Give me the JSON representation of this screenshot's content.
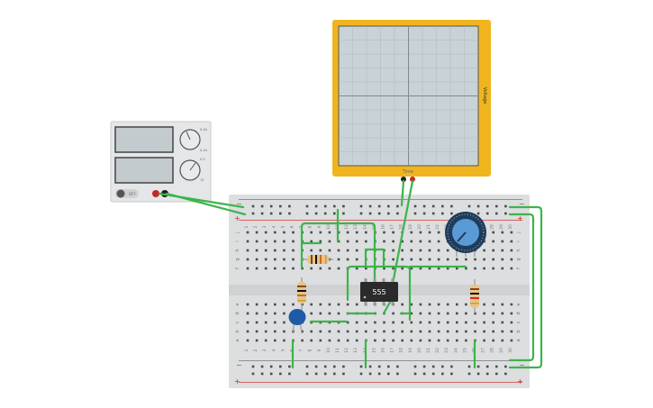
{
  "oscilloscope": {
    "x_label": "Time",
    "y_label": "Voltage",
    "frame_color": "#f0b51e",
    "screen_color": "#c9d3d7"
  },
  "power_supply": {
    "switch_label": "OFF",
    "knob1_labels": [
      "0.4A",
      "0.1A"
    ],
    "knob2_labels": [
      "0.5",
      "15"
    ]
  },
  "ic": {
    "label": "555"
  },
  "breadboard": {
    "column_numbers": [
      "1",
      "2",
      "3",
      "4",
      "5",
      "6",
      "7",
      "8",
      "9",
      "10",
      "11",
      "12",
      "13",
      "14",
      "15",
      "16",
      "17",
      "18",
      "19",
      "20",
      "21",
      "22",
      "23",
      "24",
      "25",
      "26",
      "27",
      "28",
      "29",
      "30"
    ],
    "row_letters_top": [
      "j",
      "i",
      "h",
      "g",
      "f"
    ],
    "row_letters_bottom": [
      "e",
      "d",
      "c",
      "b",
      "a"
    ],
    "rail_minus": "−",
    "rail_plus": "+"
  },
  "colors": {
    "wire": "#3cb44b",
    "rail_red": "#d43a3a",
    "capacitor": "#1f5aa6",
    "potentiometer": "#2a6fb8"
  }
}
